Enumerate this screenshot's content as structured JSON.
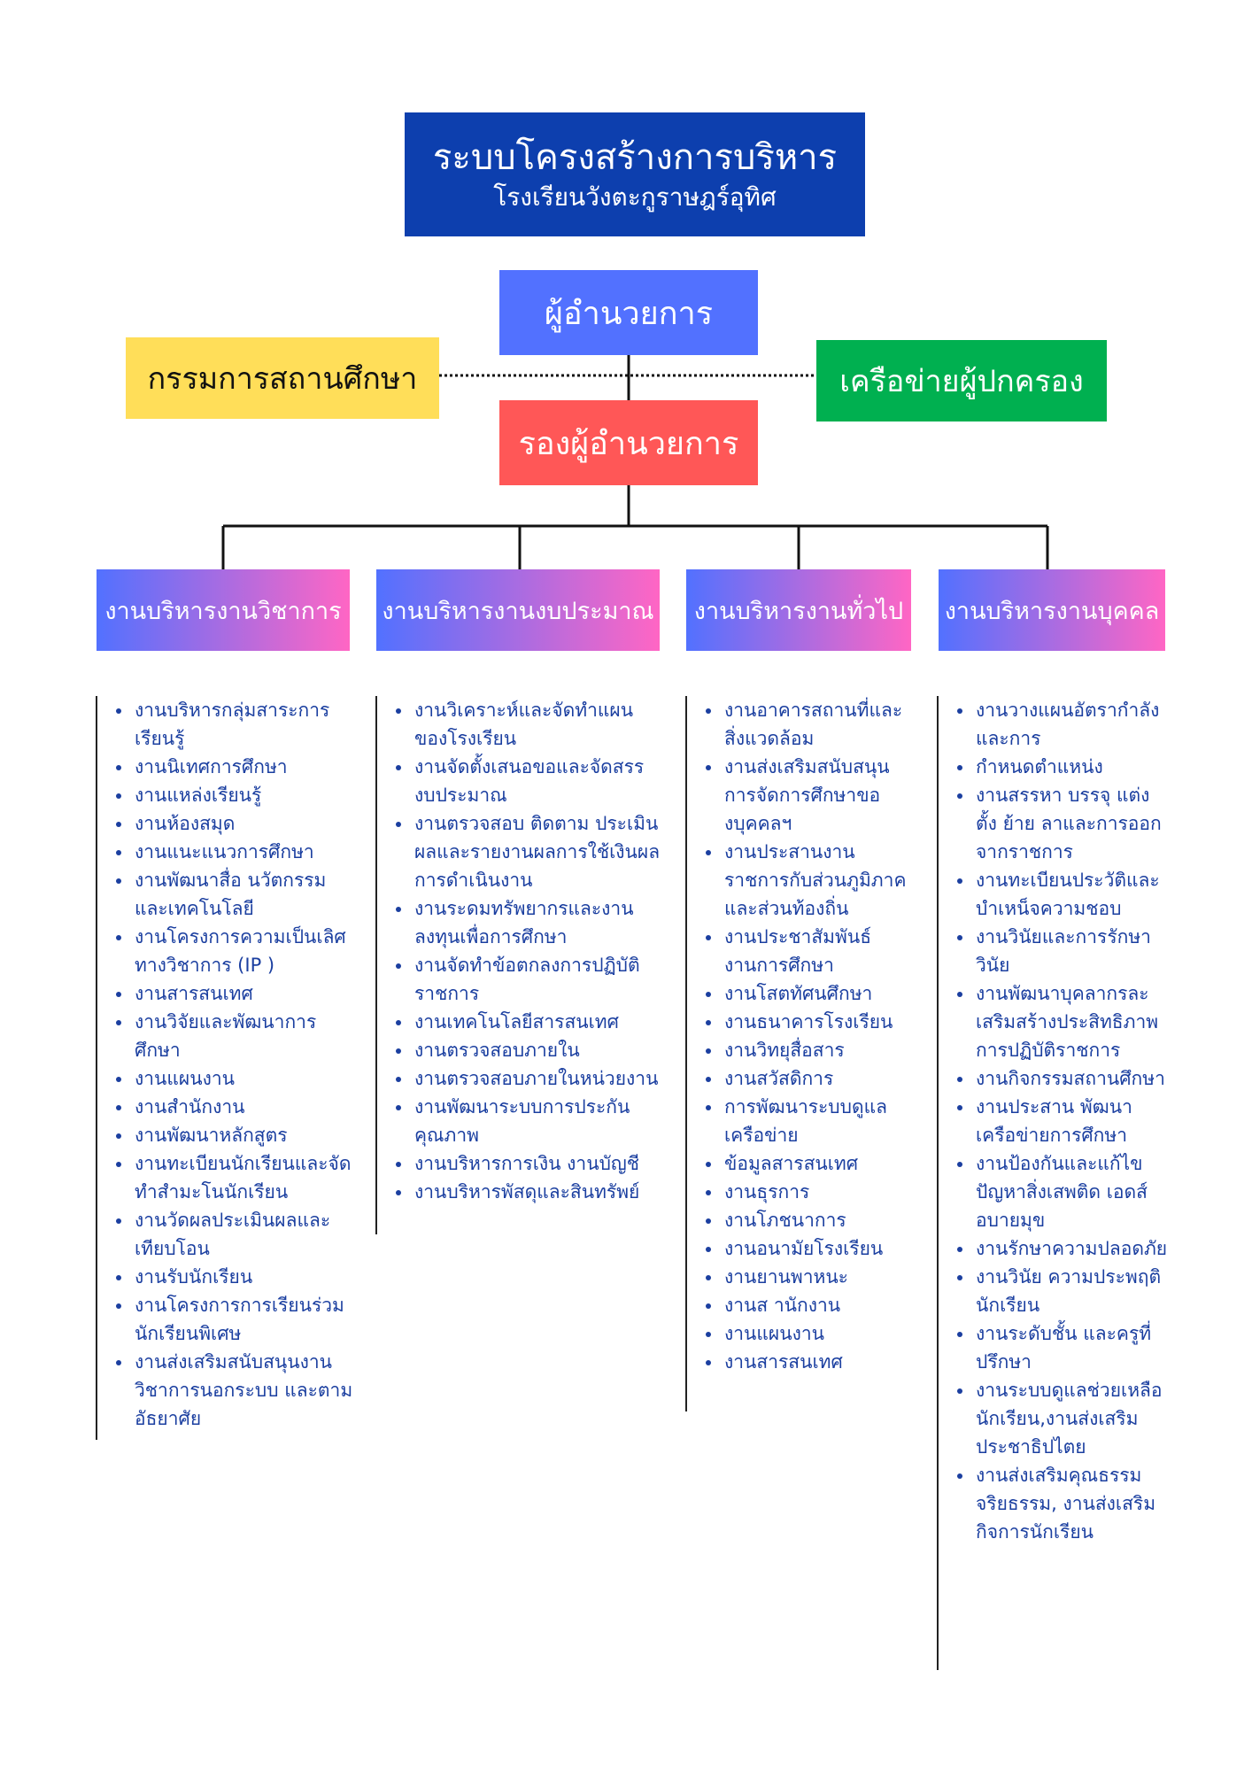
{
  "title": {
    "main": "ระบบโครงสร้างการบริหาร",
    "subtitle": "โรงเรียนวังตะกูราษฎร์อุทิศ"
  },
  "director": "ผู้อำนวยการ",
  "deputy": "รองผู้อำนวยการ",
  "committee": "กรรมการสถานศึกษา",
  "parent_network": "เครือข่ายผู้ปกครอง",
  "colors": {
    "title_bg": "#0d3fae",
    "director_bg": "#5271ff",
    "deputy_bg": "#ff5757",
    "committee_bg": "#ffde59",
    "network_bg": "#00b050",
    "dept_gradient_start": "#5271ff",
    "dept_gradient_end": "#ff66c4",
    "list_text": "#1b3fa0"
  },
  "departments": [
    {
      "name": "งานบริหารงานวิชาการ",
      "items": [
        "งานบริหารกลุ่มสาระการเรียนรู้",
        "งานนิเทศการศึกษา",
        "งานแหล่งเรียนรู้",
        "งานห้องสมุด",
        "งานแนะแนวการศึกษา",
        "งานพัฒนาสื่อ นวัตกรรมและเทคโนโลยี",
        "งานโครงการความเป็นเลิศทางวิชาการ (IP )",
        "งานสารสนเทศ",
        "งานวิจัยและพัฒนาการศึกษา",
        "งานแผนงาน",
        "งานสำนักงาน",
        "งานพัฒนาหลักสูตร",
        "งานทะเบียนนักเรียนและจัดทำสำมะโนนักเรียน",
        "งานวัดผลประเมินผลและเทียบโอน",
        "งานรับนักเรียน",
        "งานโครงการการเรียนร่วมนักเรียนพิเศษ",
        "งานส่งเสริมสนับสนุนงานวิชาการนอกระบบ และตามอัธยาศัย"
      ]
    },
    {
      "name": "งานบริหารงานงบประมาณ",
      "items": [
        "งานวิเคราะห์และจัดทำแผนของโรงเรียน",
        "งานจัดตั้งเสนอขอและจัดสรรงบประมาณ",
        "งานตรวจสอบ ติดตาม ประเมินผลและรายงานผลการใช้เงินผลการดำเนินงาน",
        "งานระดมทรัพยากรและงานลงทุนเพื่อการศึกษา",
        "งานจัดทำข้อตกลงการปฏิบัติราชการ",
        "งานเทคโนโลยีสารสนเทศ",
        "งานตรวจสอบภายใน",
        "งานตรวจสอบภายในหน่วยงาน",
        "งานพัฒนาระบบการประกันคุณภาพ",
        "งานบริหารการเงิน งานบัญชี",
        "งานบริหารพัสดุและสินทรัพย์"
      ]
    },
    {
      "name": "งานบริหารงานทั่วไป",
      "items": [
        "งานอาคารสถานที่และสิ่งแวดล้อม",
        "งานส่งเสริมสนับสนุนการจัดการศึกษาของบุคคลฯ",
        "งานประสานงานราชการกับส่วนภูมิภาคและส่วนท้องถิ่น",
        "งานประชาสัมพันธ์งานการศึกษา",
        "งานโสตทัศนศึกษา",
        "งานธนาคารโรงเรียน",
        "งานวิทยุสื่อสาร",
        "งานสวัสดิการ",
        "การพัฒนาระบบดูแลเครือข่าย",
        "ข้อมูลสารสนเทศ",
        "งานธุรการ",
        "งานโภชนาการ",
        "งานอนามัยโรงเรียน",
        "งานยานพาหนะ",
        "งานส านักงาน",
        "งานแผนงาน",
        "งานสารสนเทศ"
      ]
    },
    {
      "name": "งานบริหารงานบุคคล",
      "items": [
        "งานวางแผนอัตรากำลังและการ",
        "กำหนดตำแหน่ง",
        "งานสรรหา บรรจุ แต่งตั้ง ย้าย ลาและการออกจากราชการ",
        "งานทะเบียนประวัติและบำเหน็จความชอบ",
        "งานวินัยและการรักษาวินัย",
        "งานพัฒนาบุคลากรละเสริมสร้างประสิทธิภาพการปฏิบัติราชการ",
        "งานกิจกรรมสถานศึกษา",
        "งานประสาน พัฒนาเครือข่ายการศึกษา",
        "งานป้องกันและแก้ไขปัญหาสิ่งเสพติด เอดส์ อบายมุข",
        "งานรักษาความปลอดภัย",
        "งานวินัย ความประพฤตินักเรียน",
        "งานระดับชั้น และครูที่ปรึกษา",
        "งานระบบดูแลช่วยเหลือนักเรียน,งานส่งเสริมประชาธิปไตย",
        "งานส่งเสริมคุณธรรมจริยธรรม, งานส่งเสริมกิจการนักเรียน"
      ]
    }
  ]
}
